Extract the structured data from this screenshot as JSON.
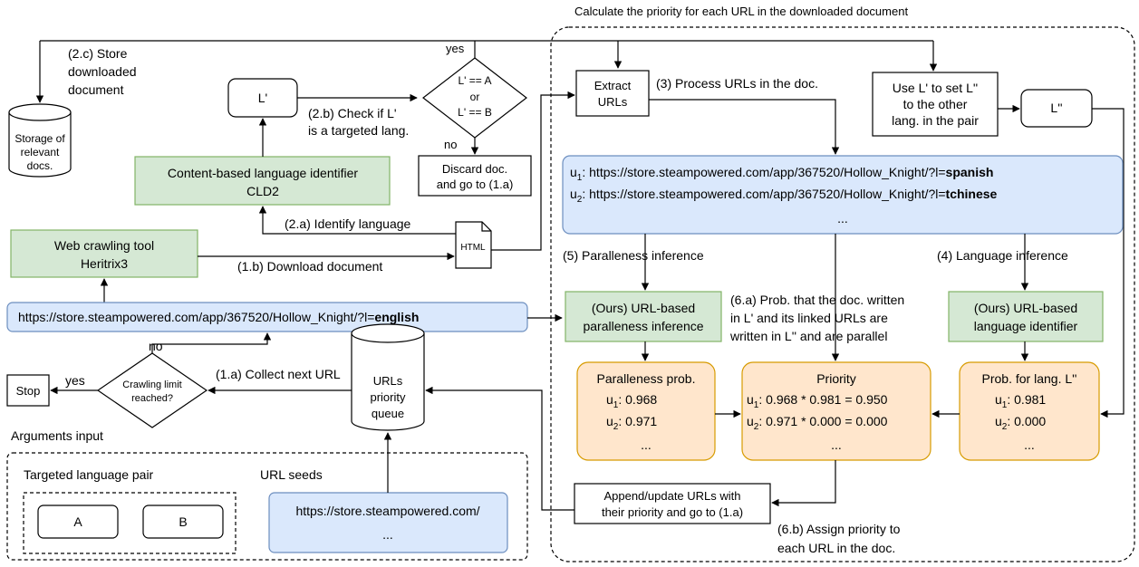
{
  "labels": {
    "calc_priority": "Calculate the priority for each URL in the downloaded document",
    "store_1": "(2.c) Store",
    "store_2": "downloaded",
    "store_3": "document",
    "yes_top": "yes",
    "no_mid": "no",
    "l_prime": "L'",
    "cond_1": "L' == A",
    "cond_2": "or",
    "cond_3": "L' == B",
    "check_1": "(2.b) Check if L'",
    "check_2": "is a targeted lang.",
    "storage_1": "Storage of",
    "storage_2": "relevant",
    "storage_3": "docs.",
    "cld_1": "Content-based language identifier",
    "cld_2": "CLD2",
    "discard_1": "Discard doc.",
    "discard_2": "and go to (1.a)",
    "identify": "(2.a) Identify language",
    "html": "HTML",
    "crawl_1": "Web crawling tool",
    "crawl_2": "Heritrix3",
    "download": "(1.b) Download document",
    "url_prefix": "https://store.steampowered.com/app/367520/Hollow_Knight/?l=",
    "url_bold": "english",
    "no_left": "no",
    "collect": "(1.a) Collect next URL",
    "stop": "Stop",
    "yes_left": "yes",
    "crawl_limit_1": "Crawling limit",
    "crawl_limit_2": "reached?",
    "queue_1": "URLs",
    "queue_2": "priority",
    "queue_3": "queue",
    "args_input": "Arguments input",
    "targeted_pair": "Targeted language pair",
    "lang_a": "A",
    "lang_b": "B",
    "url_seeds": "URL seeds",
    "seed_1": "https://store.steampowered.com/",
    "seed_2": "...",
    "extract_1": "Extract",
    "extract_2": "URLs",
    "process": "(3) Process URLs in the doc.",
    "use_l_1": "Use L' to set L''",
    "use_l_2": "to the other",
    "use_l_3": "lang. in the pair",
    "l_dprime": "L''",
    "u1_label": "u",
    "u_sub1": "1",
    "u_sub2": "2",
    "u1_text": ": https://store.steampowered.com/app/367520/Hollow_Knight/?l=",
    "u1_bold": "spanish",
    "u2_text": ": https://store.steampowered.com/app/367520/Hollow_Knight/?l=",
    "u2_bold": "tchinese",
    "urls_more": "...",
    "para_inf": "(5) Paralleness inference",
    "lang_inf": "(4) Language inference",
    "ours_para_1": "(Ours) URL-based",
    "ours_para_2": "paralleness inference",
    "prob_note_1": "(6.a) Prob. that the doc. written",
    "prob_note_2": "in L' and its linked URLs are",
    "prob_note_3": "written in L'' and are parallel",
    "ours_lang_1": "(Ours) URL-based",
    "ours_lang_2": "language identifier",
    "para_prob_title": "Paralleness prob.",
    "para_u1": ": 0.968",
    "para_u2": ": 0.971",
    "para_more": "...",
    "priority_title": "Priority",
    "prio_u1": ": 0.968 * 0.981 = 0.950",
    "prio_u2": ": 0.971 * 0.000 = 0.000",
    "prio_more": "...",
    "lang_prob_title": "Prob. for lang. L''",
    "lang_u1": ": 0.981",
    "lang_u2": ": 0.000",
    "lang_more": "...",
    "append_1": "Append/update URLs with",
    "append_2": "their priority and go to (1.a)",
    "assign_1": "(6.b) Assign priority to",
    "assign_2": "each URL in the doc."
  },
  "colors": {
    "green_fill": "#d5e8d4",
    "green_stroke": "#82b366",
    "blue_fill": "#dae8fc",
    "blue_stroke": "#6c8ebf",
    "orange_fill": "#ffe6cc",
    "orange_stroke": "#d79b00"
  }
}
